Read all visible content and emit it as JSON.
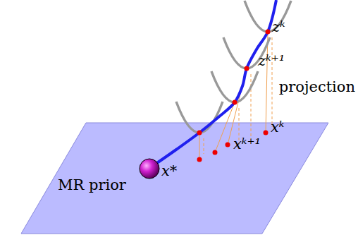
{
  "diagram": {
    "labels": [
      "zᵏ",
      "zᵏ⁺¹",
      "projection",
      "xᵏ",
      "xᵏ⁺¹",
      "x*",
      "MR prior"
    ]
  }
}
